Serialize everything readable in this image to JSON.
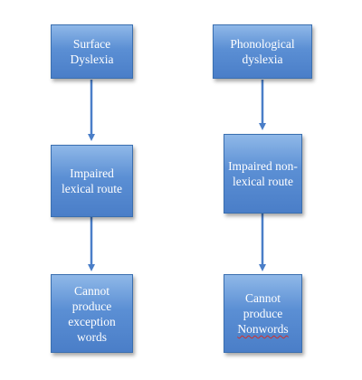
{
  "diagram": {
    "left": {
      "node1": "Surface Dyslexia",
      "node2": "Impaired lexical route",
      "node3": "Cannot produce exception words"
    },
    "right": {
      "node1": "Phonological dyslexia",
      "node2": "Impaired non-lexical route",
      "node3_line1": "Cannot produce",
      "node3_line2": "Nonwords"
    }
  },
  "colors": {
    "box_fill_top": "#8fb8e8",
    "box_fill_bottom": "#4a7ec8",
    "box_border": "#3a6fb0",
    "arrow": "#4a7ec8",
    "text": "#ffffff",
    "spellcheck_underline": "#d0302c"
  }
}
